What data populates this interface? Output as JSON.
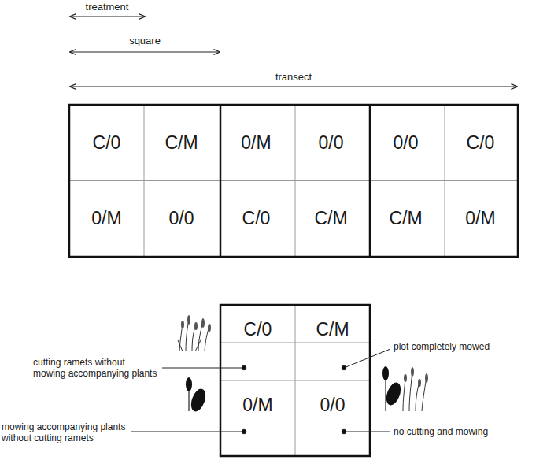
{
  "diagram": {
    "nodes": [
      {
        "text": [
          "C/0"
        ]
      },
      {
        "text": [
          "C/M"
        ]
      },
      {
        "text": [
          "0/M"
        ]
      },
      {
        "text": [
          "0/0"
        ]
      },
      {
        "text": [
          "0/0"
        ]
      },
      {
        "text": [
          "C/0"
        ]
      },
      {
        "text": [
          "0/M"
        ]
      },
      {
        "text": [
          "0/0"
        ]
      },
      {
        "text": [
          "C/0"
        ]
      },
      {
        "text": [
          "C/M"
        ]
      },
      {
        "text": [
          "C/M"
        ]
      },
      {
        "text": [
          "0/M"
        ]
      },
      {
        "text": [
          "C/0"
        ]
      },
      {
        "text": [
          "C/M"
        ]
      },
      {
        "text": [
          "0/M"
        ]
      },
      {
        "text": [
          "0/0"
        ]
      }
    ],
    "labels": [
      "treatment",
      "square",
      "transect",
      "cutting ramets without mowing accompanying plants",
      "mowing accompanying plants without cutting ramets",
      "plot completely mowed",
      "no cutting and mowing"
    ]
  }
}
